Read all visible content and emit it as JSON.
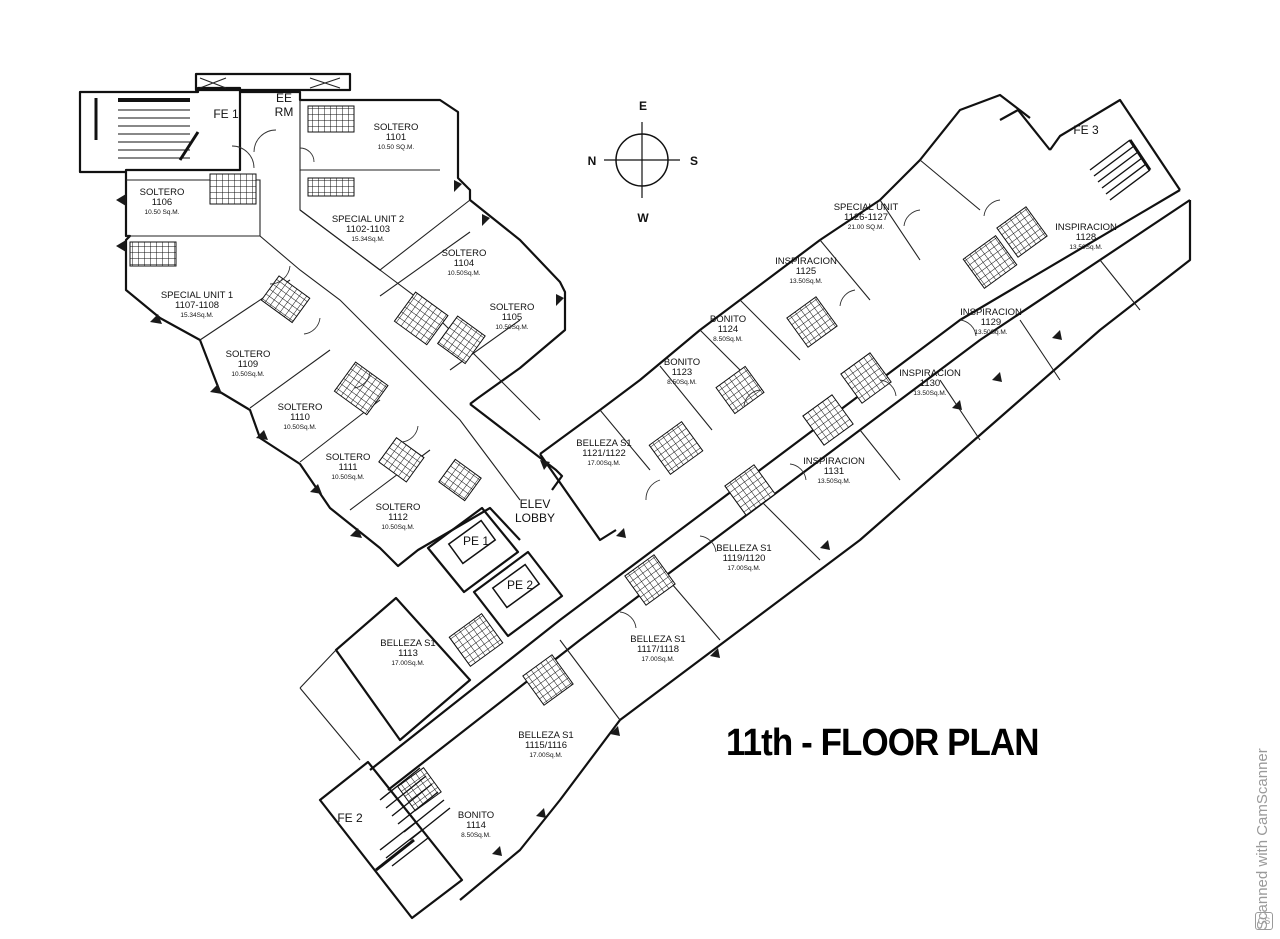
{
  "title": "11th - FLOOR PLAN",
  "compass": {
    "north": "N",
    "south": "S",
    "east": "E",
    "west": "W"
  },
  "labels": {
    "fe1": "FE 1",
    "fe2": "FE 2",
    "fe3": "FE 3",
    "ee_line1": "EE",
    "ee_line2": "RM",
    "elev_line1": "ELEV",
    "elev_line2": "LOBBY",
    "pe1": "PE 1",
    "pe2": "PE 2"
  },
  "units": [
    {
      "id": "u1101",
      "name": "SOLTERO",
      "number": "1101",
      "area": "10.50 SQ.M."
    },
    {
      "id": "u1106",
      "name": "SOLTERO",
      "number": "1106",
      "area": "10.50 Sq.M."
    },
    {
      "id": "u1102",
      "name": "SPECIAL UNIT 2",
      "number": "1102-1103",
      "area": "15.34Sq.M."
    },
    {
      "id": "u1104",
      "name": "SOLTERO",
      "number": "1104",
      "area": "10.50Sq.M."
    },
    {
      "id": "u1105",
      "name": "SOLTERO",
      "number": "1105",
      "area": "10.50Sq.M."
    },
    {
      "id": "u1107",
      "name": "SPECIAL UNIT 1",
      "number": "1107-1108",
      "area": "15.34Sq.M."
    },
    {
      "id": "u1109",
      "name": "SOLTERO",
      "number": "1109",
      "area": "10.50Sq.M."
    },
    {
      "id": "u1110",
      "name": "SOLTERO",
      "number": "1110",
      "area": "10.50Sq.M."
    },
    {
      "id": "u1111",
      "name": "SOLTERO",
      "number": "1111",
      "area": "10.50Sq.M."
    },
    {
      "id": "u1112",
      "name": "SOLTERO",
      "number": "1112",
      "area": "10.50Sq.M."
    },
    {
      "id": "u1113",
      "name": "BELLEZA S1",
      "number": "1113",
      "area": "17.00Sq.M."
    },
    {
      "id": "u1114",
      "name": "BONITO",
      "number": "1114",
      "area": "8.50Sq.M."
    },
    {
      "id": "u1115",
      "name": "BELLEZA S1",
      "number": "1115/1116",
      "area": "17.00Sq.M."
    },
    {
      "id": "u1117",
      "name": "BELLEZA S1",
      "number": "1117/1118",
      "area": "17.00Sq.M."
    },
    {
      "id": "u1119",
      "name": "BELLEZA S1",
      "number": "1119/1120",
      "area": "17.00Sq.M."
    },
    {
      "id": "u1121",
      "name": "BELLEZA S1",
      "number": "1121/1122",
      "area": "17.00Sq.M."
    },
    {
      "id": "u1123",
      "name": "BONITO",
      "number": "1123",
      "area": "8.50Sq.M."
    },
    {
      "id": "u1124",
      "name": "BONITO",
      "number": "1124",
      "area": "8.50Sq.M."
    },
    {
      "id": "u1125",
      "name": "INSPIRACION",
      "number": "1125",
      "area": "13.50Sq.M."
    },
    {
      "id": "u1126",
      "name": "SPECIAL UNIT",
      "number": "1126-1127",
      "area": "21.00 SQ.M."
    },
    {
      "id": "u1128",
      "name": "INSPIRACION",
      "number": "1128",
      "area": "13.50Sq.M."
    },
    {
      "id": "u1129",
      "name": "INSPIRACION",
      "number": "1129",
      "area": "13.50Sq.M."
    },
    {
      "id": "u1130",
      "name": "INSPIRACION",
      "number": "1130",
      "area": "13.50Sq.M."
    },
    {
      "id": "u1131",
      "name": "INSPIRACION",
      "number": "1131",
      "area": "13.50Sq.M."
    }
  ],
  "watermark": "Scanned with CamScanner",
  "watermark_logo": "CS"
}
